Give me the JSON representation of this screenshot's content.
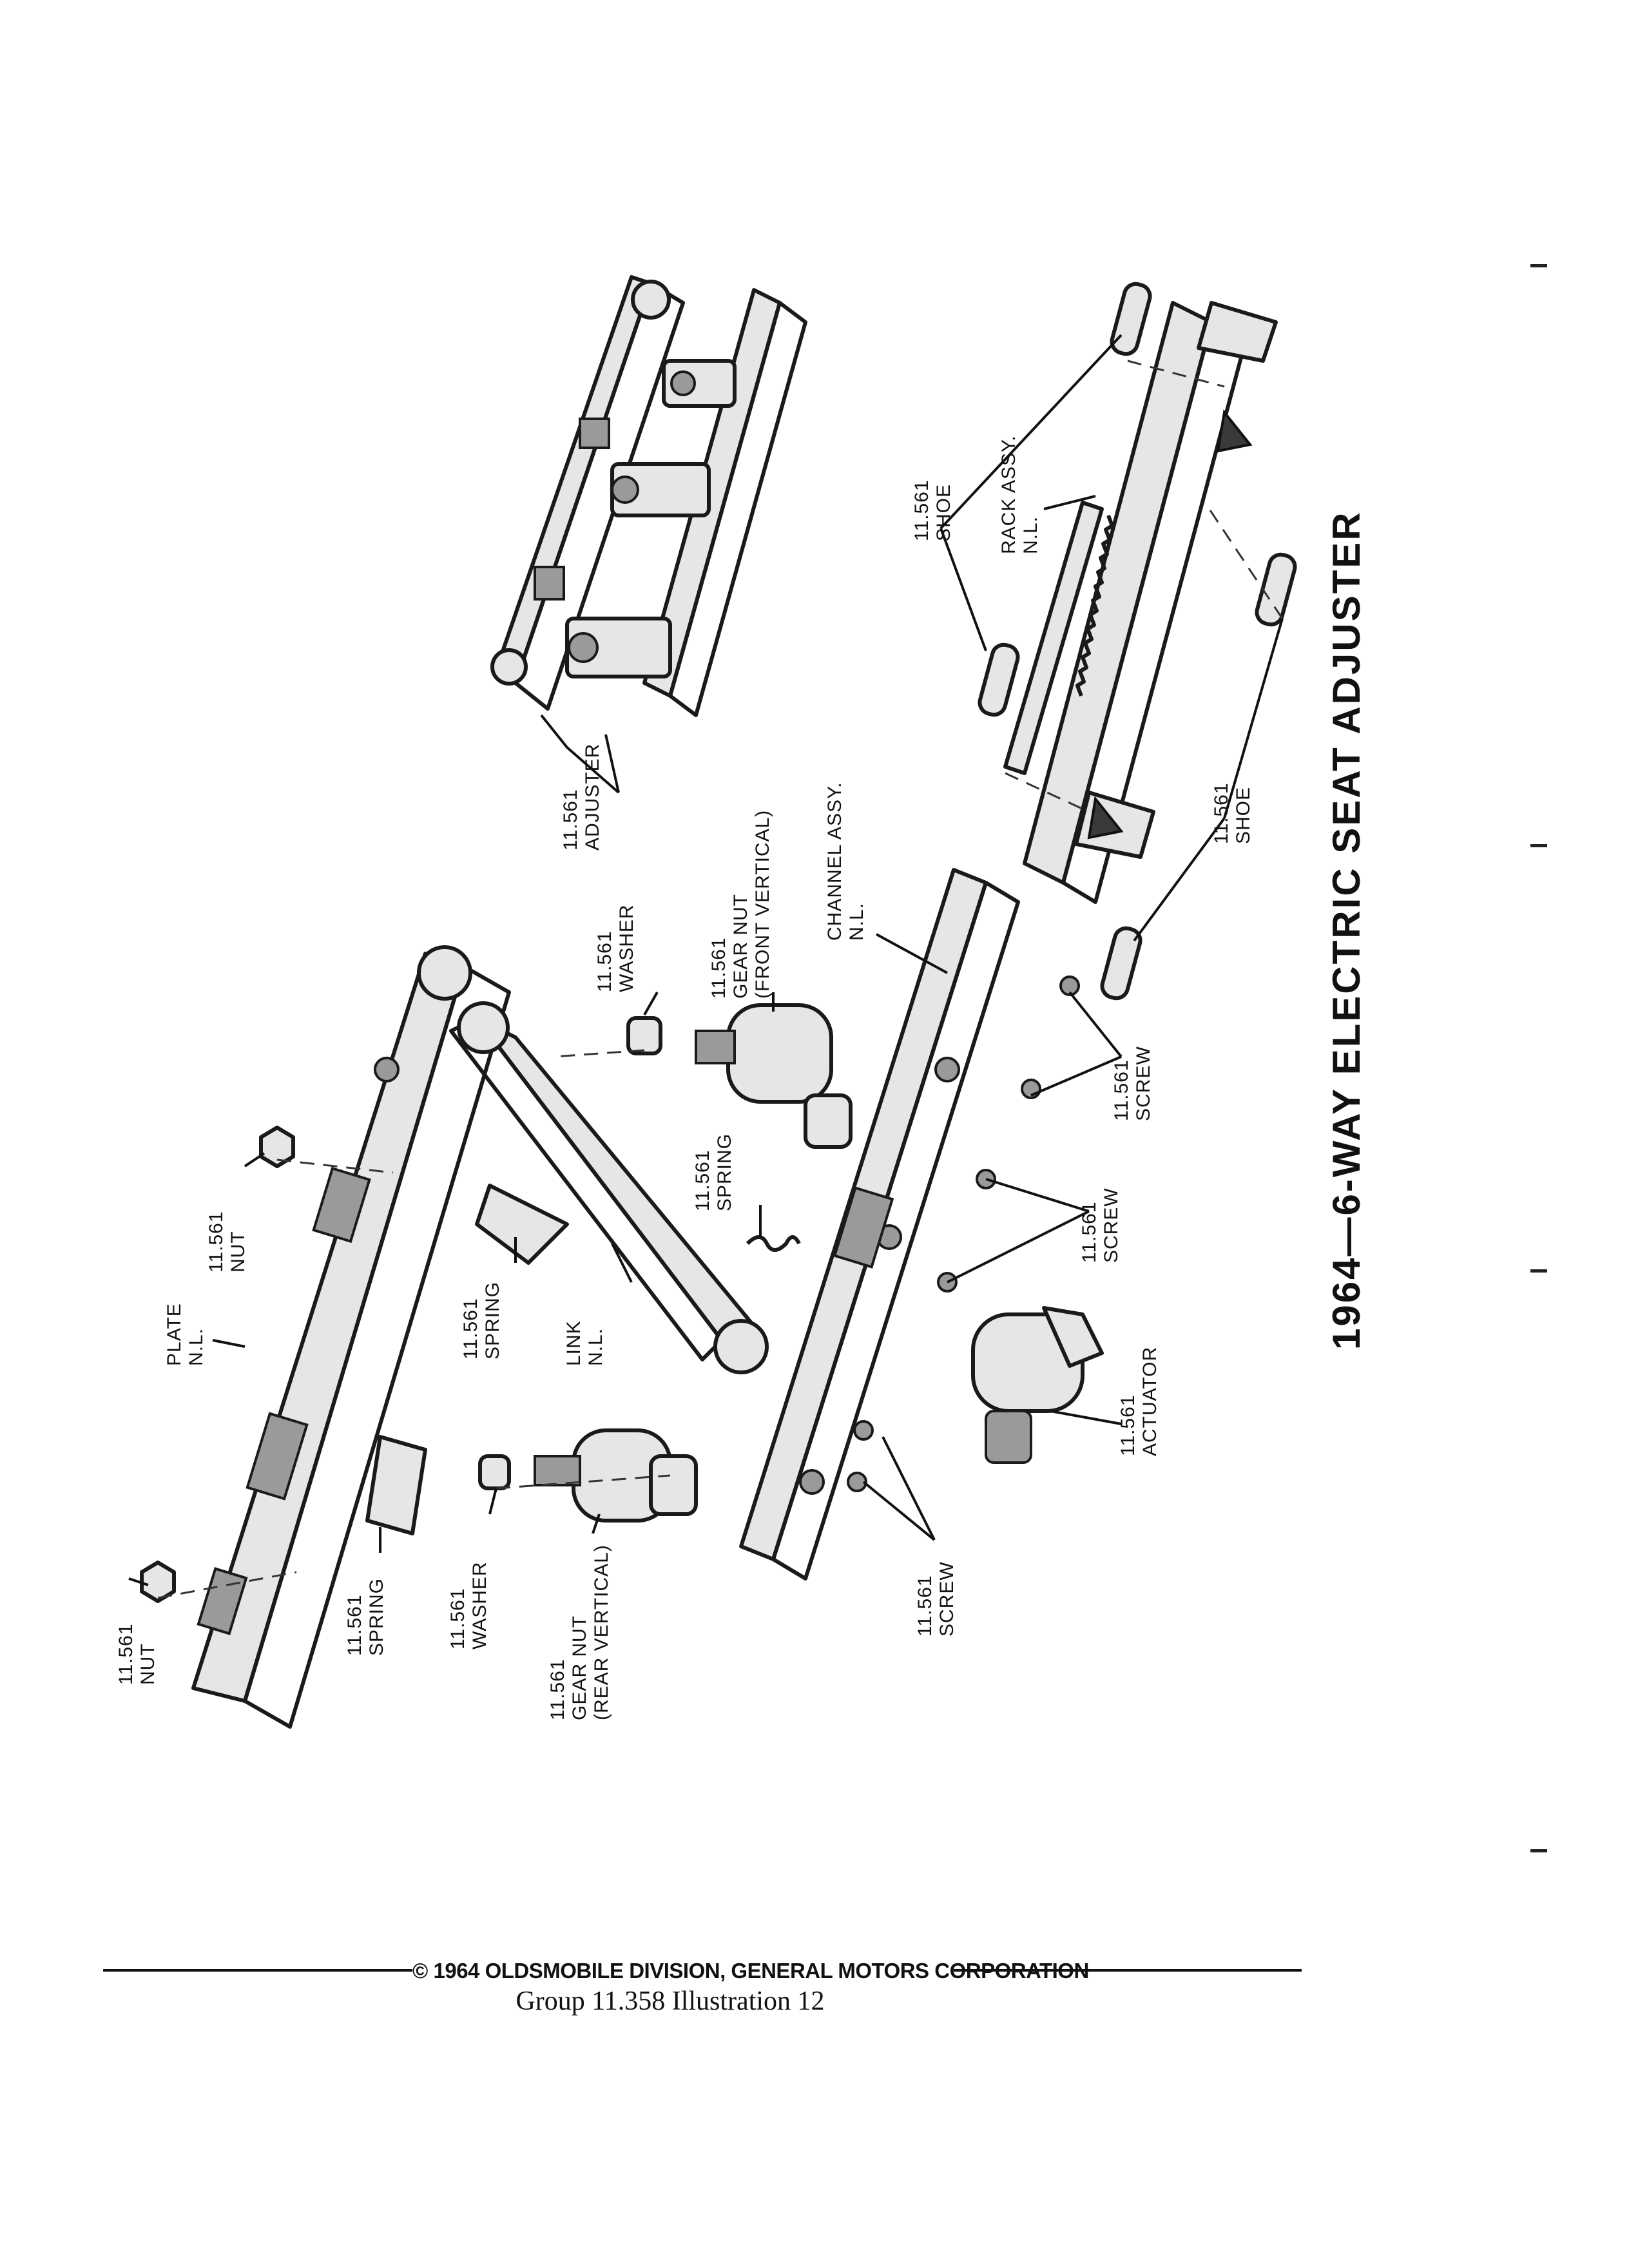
{
  "title": "1964—6-WAY ELECTRIC SEAT ADJUSTER",
  "footer": {
    "copyright": "© 1964 OLDSMOBILE DIVISION, GENERAL MOTORS CORPORATION",
    "group_line": "Group 11.358   Illustration 12"
  },
  "labels": {
    "adjuster": [
      "11.561",
      "ADJUSTER"
    ],
    "shoe_top": [
      "11.561",
      "SHOE"
    ],
    "rack_assy": [
      "RACK ASSY.",
      "N.L."
    ],
    "shoe_bottom": [
      "11.561",
      "SHOE"
    ],
    "gear_nut_front": [
      "11.561",
      "GEAR NUT",
      "(FRONT VERTICAL)"
    ],
    "channel_assy": [
      "CHANNEL ASSY.",
      "N.L."
    ],
    "washer_top": [
      "11.561",
      "WASHER"
    ],
    "screw_right": [
      "11.561",
      "SCREW"
    ],
    "spring_mid": [
      "11.561",
      "SPRING"
    ],
    "screw_mid": [
      "11.561",
      "SCREW"
    ],
    "nut_top": [
      "11.561",
      "NUT"
    ],
    "plate": [
      "PLATE",
      "N.L."
    ],
    "spring_left": [
      "11.561",
      "SPRING"
    ],
    "link": [
      "LINK",
      "N.L."
    ],
    "actuator": [
      "11.561",
      "ACTUATOR"
    ],
    "nut_bottom": [
      "11.561",
      "NUT"
    ],
    "spring_bottom": [
      "11.561",
      "SPRING"
    ],
    "washer_bottom": [
      "11.561",
      "WASHER"
    ],
    "gear_nut_rear": [
      "11.561",
      "GEAR NUT",
      "(REAR VERTICAL)"
    ],
    "screw_bottom": [
      "11.561",
      "SCREW"
    ]
  }
}
